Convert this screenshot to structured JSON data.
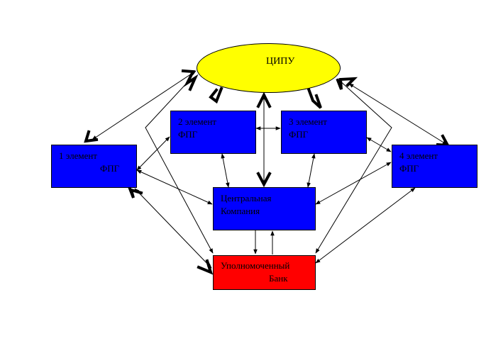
{
  "colors": {
    "top_node": "#ffff00",
    "element_node": "#0000ff",
    "central_node": "#0000ff",
    "bank_node": "#ff0000",
    "line": "#000000"
  },
  "nodes": {
    "cipu": {
      "label": "ЦИПУ"
    },
    "element1": {
      "line1": "1 элемент",
      "line2": "ФПГ"
    },
    "element2": {
      "line1": "2 элемент",
      "line2": "ФПГ"
    },
    "element3": {
      "line1": "3 элемент",
      "line2": "ФПГ"
    },
    "element4": {
      "line1": "4 элемент",
      "line2": "ФПГ"
    },
    "central": {
      "line1": "Центральная",
      "line2": "Компания"
    },
    "bank": {
      "line1": "Уполномоченный",
      "line2": "Банк"
    }
  },
  "connections": [
    {
      "from": "cipu",
      "to": "element1",
      "type": "bidirectional"
    },
    {
      "from": "cipu",
      "to": "element2",
      "type": "bidirectional"
    },
    {
      "from": "cipu",
      "to": "element3",
      "type": "bidirectional"
    },
    {
      "from": "cipu",
      "to": "element4",
      "type": "bidirectional"
    },
    {
      "from": "cipu",
      "to": "central",
      "type": "bidirectional"
    },
    {
      "from": "cipu",
      "to": "bank",
      "type": "bidirectional"
    },
    {
      "from": "element1",
      "to": "element2",
      "type": "bidirectional"
    },
    {
      "from": "element1",
      "to": "central",
      "type": "bidirectional"
    },
    {
      "from": "element1",
      "to": "bank",
      "type": "bidirectional"
    },
    {
      "from": "element2",
      "to": "element3",
      "type": "bidirectional"
    },
    {
      "from": "element2",
      "to": "central",
      "type": "bidirectional"
    },
    {
      "from": "element3",
      "to": "element4",
      "type": "bidirectional"
    },
    {
      "from": "element3",
      "to": "central",
      "type": "bidirectional"
    },
    {
      "from": "element4",
      "to": "central",
      "type": "bidirectional"
    },
    {
      "from": "element4",
      "to": "bank",
      "type": "bidirectional"
    },
    {
      "from": "central",
      "to": "bank",
      "type": "directed"
    },
    {
      "from": "bank",
      "to": "central",
      "type": "directed"
    }
  ]
}
